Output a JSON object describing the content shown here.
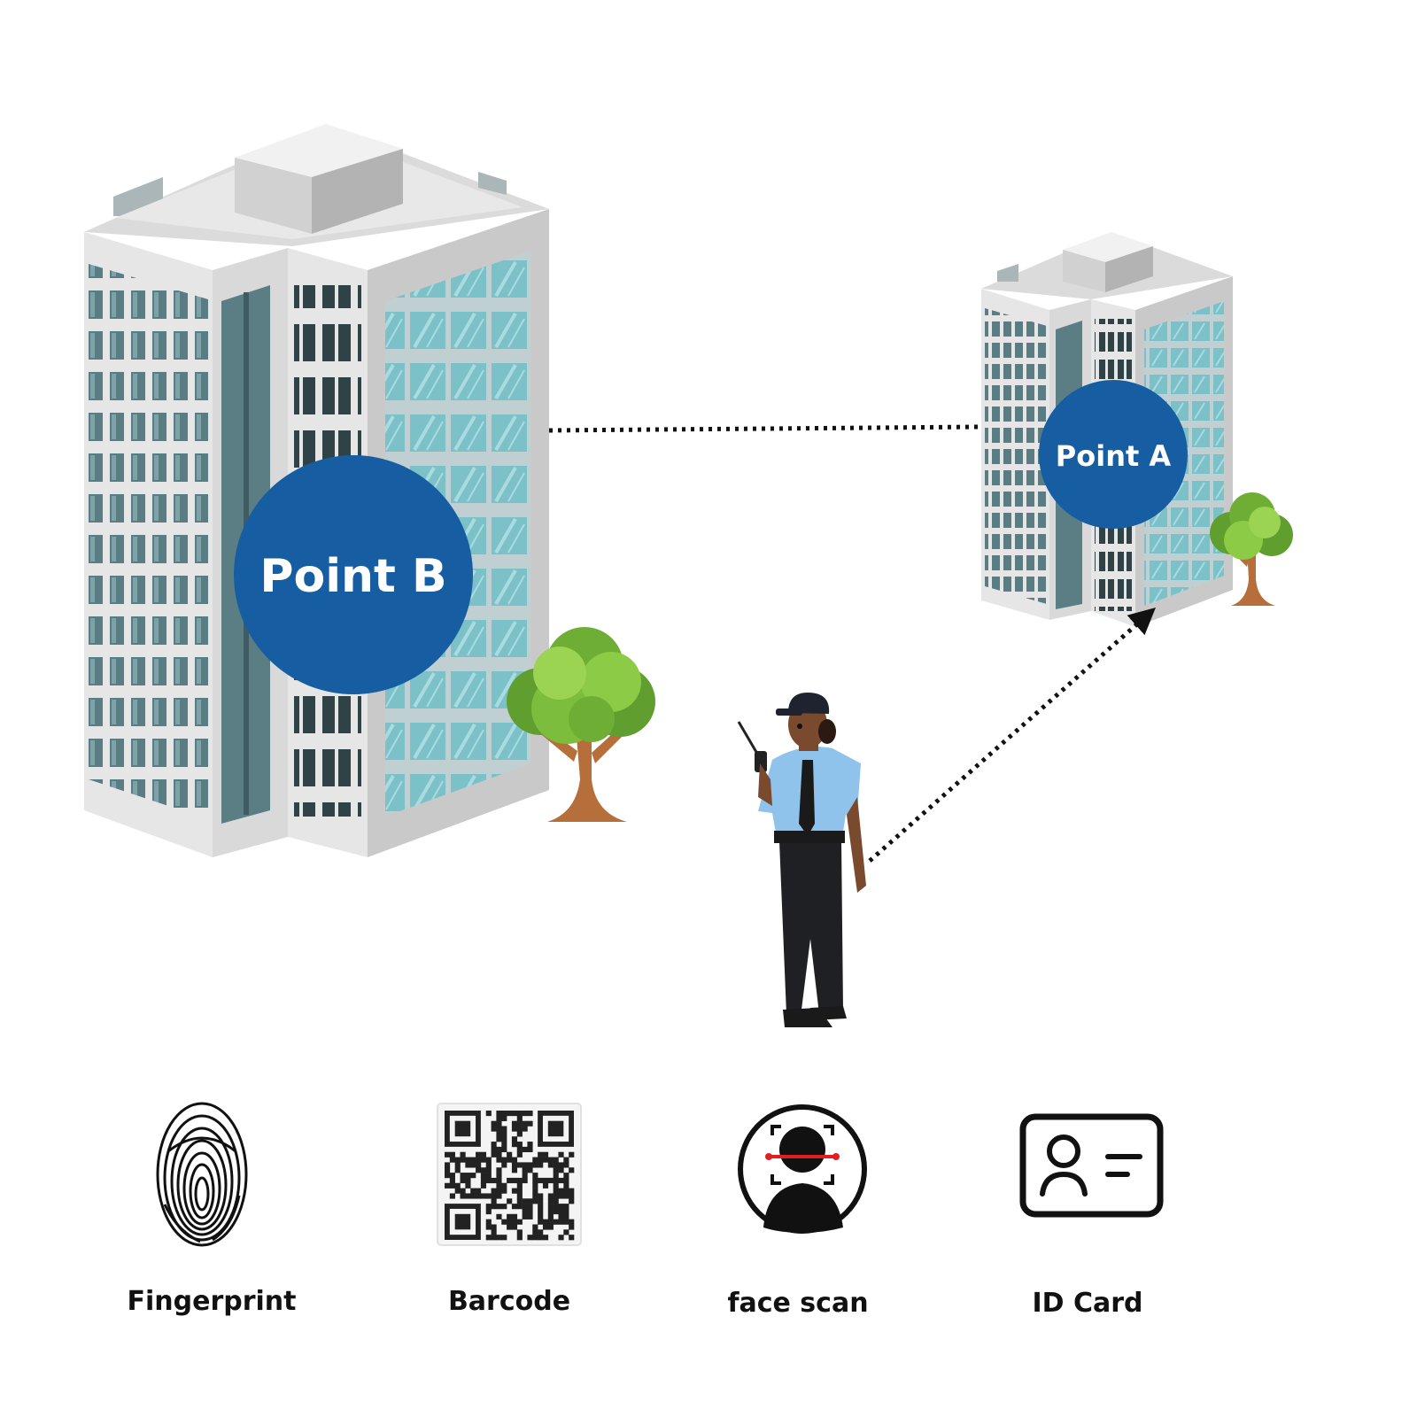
{
  "points": {
    "point_b": "Point B",
    "point_a": "Point A"
  },
  "methods": [
    {
      "label": "Fingerprint",
      "icon": "fingerprint-icon"
    },
    {
      "label": "Barcode",
      "icon": "qr-code-icon"
    },
    {
      "label": "face scan",
      "icon": "face-scan-icon"
    },
    {
      "label": "ID Card",
      "icon": "id-card-icon"
    }
  ],
  "colors": {
    "badge": "#175da2",
    "glass": "#78bcc4",
    "dark_glass": "#4d6f76",
    "route": "#111111"
  }
}
